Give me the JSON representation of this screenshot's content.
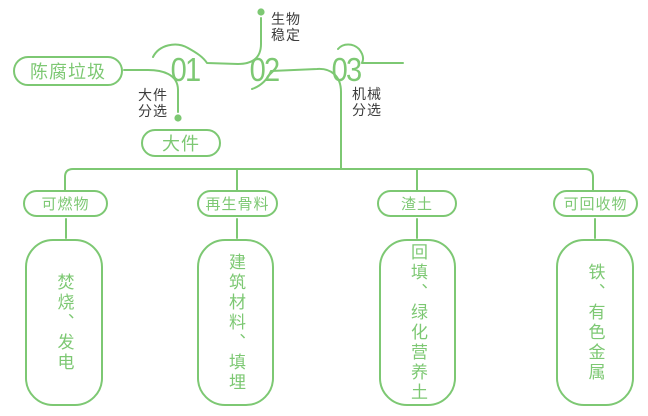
{
  "colors": {
    "green": "#7dc873",
    "label_dark": "#3c3c3c",
    "background": "#ffffff"
  },
  "flow": {
    "source": "陈腐垃圾",
    "steps": [
      {
        "number": "01",
        "process": "大件\n分选"
      },
      {
        "number": "02",
        "process": "生物\n稳定"
      },
      {
        "number": "03",
        "process": "机械\n分选"
      }
    ],
    "bulky_output": "大件"
  },
  "branches": [
    {
      "category": "可燃物",
      "outcome": "焚烧、发电"
    },
    {
      "category": "再生骨料",
      "outcome": "建筑材料、填埋"
    },
    {
      "category": "渣土",
      "outcome": "回填、绿化营养土"
    },
    {
      "category": "可回收物",
      "outcome": "铁、有色金属"
    }
  ]
}
